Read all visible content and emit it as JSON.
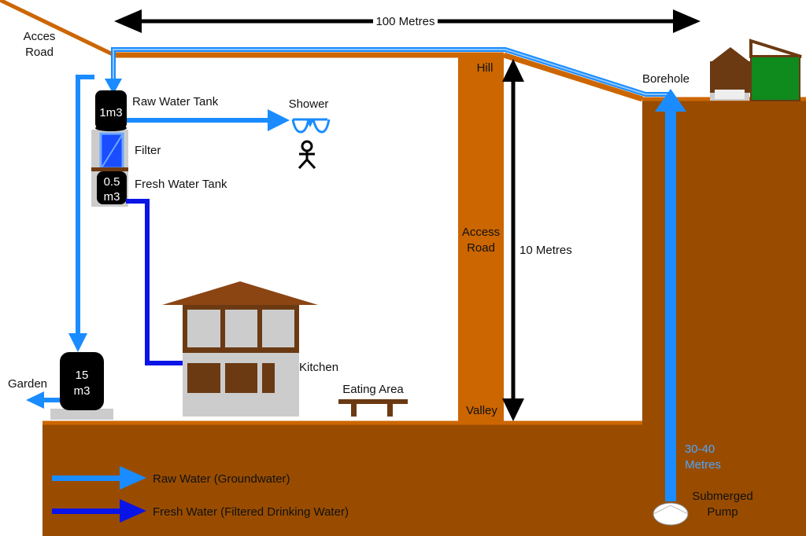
{
  "labels": {
    "distance_horizontal": "100 Metres",
    "acces_road_1": "Acces",
    "acces_road_2": "Road",
    "raw_water_tank": "Raw Water Tank",
    "raw_tank_capacity": "1m3",
    "shower": "Shower",
    "filter": "Filter",
    "fresh_water_tank": "Fresh Water Tank",
    "fresh_tank_capacity_1": "0.5",
    "fresh_tank_capacity_2": "m3",
    "hill": "Hill",
    "access_road_vertical_1": "Access",
    "access_road_vertical_2": "Road",
    "distance_vertical": "10 Metres",
    "borehole": "Borehole",
    "valley": "Valley",
    "kitchen": "Kitchen",
    "eating_area": "Eating Area",
    "garden": "Garden",
    "garden_tank_capacity_1": "15",
    "garden_tank_capacity_2": "m3",
    "depth_1": "30-40",
    "depth_2": "Metres",
    "pump_1": "Submerged",
    "pump_2": "Pump"
  },
  "legend": {
    "raw_water": "Raw Water (Groundwater)",
    "fresh_water": "Fresh Water (Filtered Drinking Water)"
  },
  "colors": {
    "raw_water": "#1a8cff",
    "fresh_water": "#0b14e6",
    "ground": "#994c00",
    "road": "#cc6600",
    "tank": "#000000",
    "hut_roof": "#8b4513",
    "building": "#6b3a13",
    "slab": "#cccccc"
  }
}
